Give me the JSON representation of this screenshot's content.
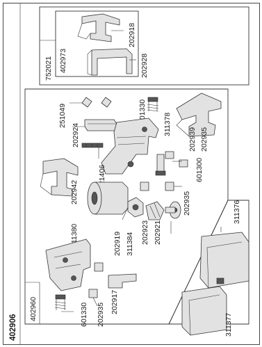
{
  "kit_number": "402906",
  "top_group": {
    "outer_id": "752021",
    "inner_id": "402973",
    "parts": [
      "202918",
      "202928"
    ]
  },
  "main_group": {
    "id": "402960",
    "labels": {
      "p251049": "251049",
      "p202924": "202924",
      "p601330_top": "601330",
      "p311378": "311378",
      "p202939": "202939",
      "p202935_right": "202935",
      "p601300": "601300",
      "p621406": "621406",
      "p202942": "202942",
      "p202935_mid": "202935",
      "p202921": "202921",
      "p202923": "202923",
      "p311384": "311384",
      "p202919": "202919",
      "p311380": "311380",
      "p202917": "202917",
      "p202935_bottom": "202935",
      "p601330_bottom": "601330"
    }
  },
  "covers": {
    "p311376": "311376",
    "p311377": "311377"
  }
}
